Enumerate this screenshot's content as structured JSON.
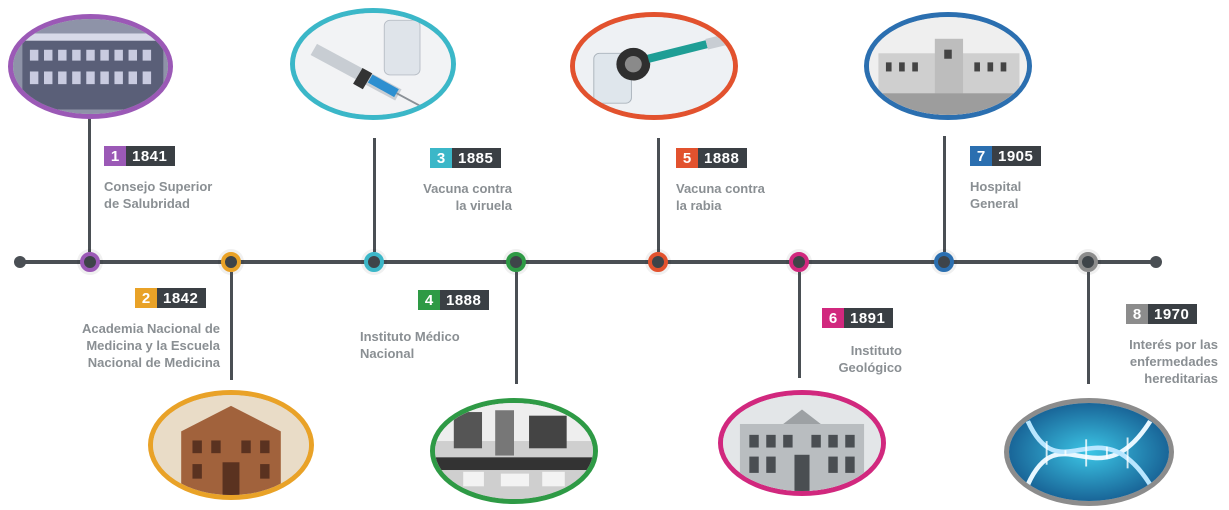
{
  "colors": {
    "purple": "#9b59b6",
    "orange": "#e9a227",
    "cyan": "#3bb7c8",
    "green": "#2e9a45",
    "red": "#e2522e",
    "magenta": "#d1287e",
    "blue": "#2b6fb0",
    "gray": "#8c8c8c",
    "axis": "#4a4f54"
  },
  "events": [
    {
      "num": "1",
      "year": "1841",
      "color": "#9b59b6",
      "line1": "Consejo Superior",
      "line2": "de Salubridad",
      "line3": "",
      "image": "building-icon"
    },
    {
      "num": "2",
      "year": "1842",
      "color": "#e9a227",
      "line1": "Academia Nacional de",
      "line2": "Medicina y la Escuela",
      "line3": "Nacional de Medicina",
      "image": "palace-icon"
    },
    {
      "num": "3",
      "year": "1885",
      "color": "#3bb7c8",
      "line1": "Vacuna contra",
      "line2": "la viruela",
      "line3": "",
      "image": "syringe-icon"
    },
    {
      "num": "4",
      "year": "1888",
      "color": "#2e9a45",
      "line1": "Instituto Médico",
      "line2": "Nacional",
      "line3": "",
      "image": "lab-icon"
    },
    {
      "num": "5",
      "year": "1888",
      "color": "#e2522e",
      "line1": "Vacuna contra",
      "line2": "la rabia",
      "line3": "",
      "image": "vial-icon"
    },
    {
      "num": "6",
      "year": "1891",
      "color": "#d1287e",
      "line1": "Instituto",
      "line2": "Geológico",
      "line3": "",
      "image": "institute-icon"
    },
    {
      "num": "7",
      "year": "1905",
      "color": "#2b6fb0",
      "line1": "Hospital",
      "line2": "General",
      "line3": "",
      "image": "hospital-icon"
    },
    {
      "num": "8",
      "year": "1970",
      "color": "#8c8c8c",
      "line1": "Interés por las",
      "line2": "enfermedades",
      "line3": "hereditarias",
      "image": "dna-icon"
    }
  ]
}
